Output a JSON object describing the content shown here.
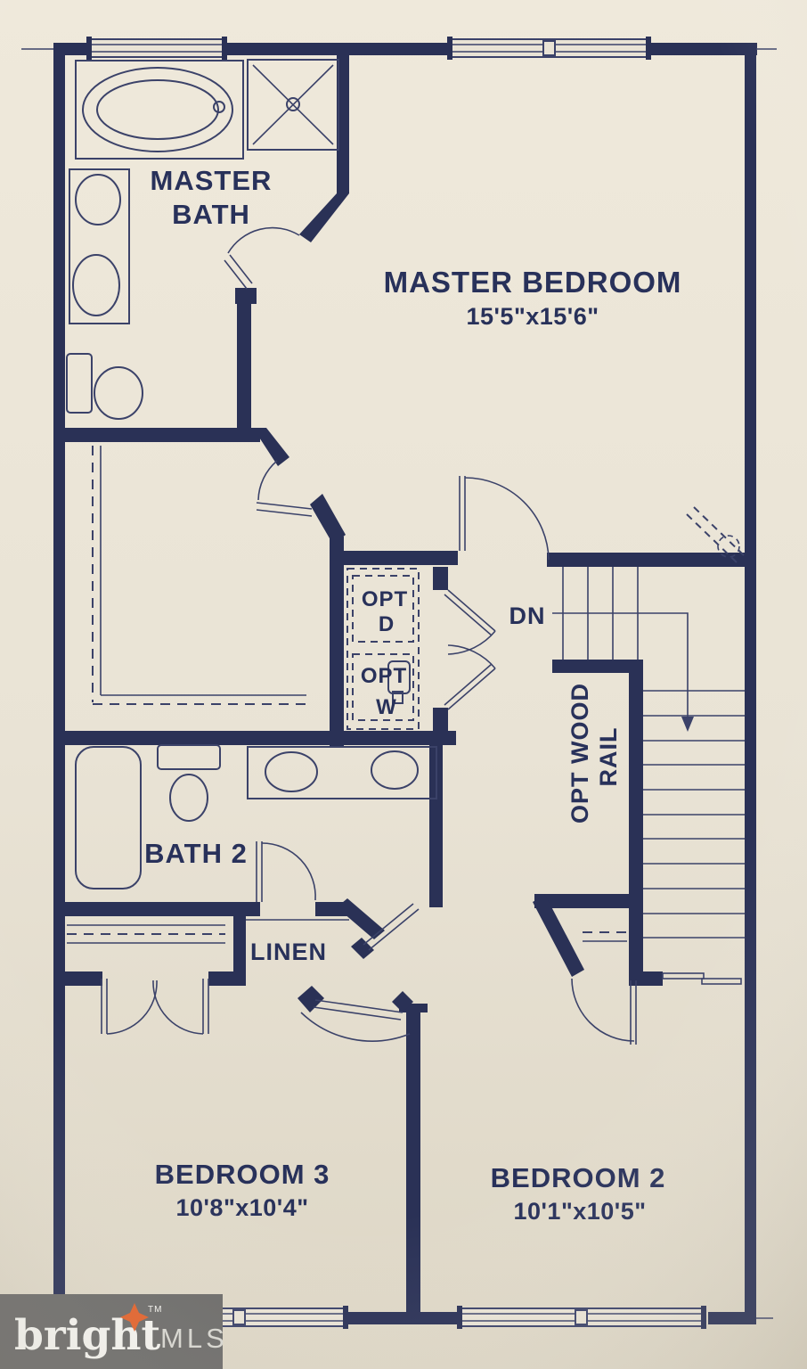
{
  "plan": {
    "rooms": {
      "master_bath": {
        "line1": "MASTER",
        "line2": "BATH"
      },
      "master_bedroom": {
        "name": "MASTER BEDROOM",
        "dims": "15'5\"x15'6\""
      },
      "bath2": {
        "name": "BATH 2"
      },
      "linen": {
        "name": "LINEN"
      },
      "bedroom3": {
        "name": "BEDROOM 3",
        "dims": "10'8\"x10'4\""
      },
      "bedroom2": {
        "name": "BEDROOM 2",
        "dims": "10'1\"x10'5\""
      }
    },
    "laundry": {
      "opt_d_line1": "OPT",
      "opt_d_line2": "D",
      "opt_w_line1": "OPT",
      "opt_w_line2": "W"
    },
    "stairs": {
      "down_label": "DN",
      "rail_line1": "OPT WOOD",
      "rail_line2": "RAIL"
    }
  },
  "logo": {
    "brand": "bright",
    "trademark": "TM",
    "suffix": "MLS"
  },
  "colors": {
    "paper": "#e9e3d5",
    "ink": "#2a3156",
    "thin_line": "#3b4269",
    "label_text": "#28315a",
    "logo_bg": "#6c6b69",
    "logo_text": "#f5f4ef",
    "logo_suffix": "#d8d7d1",
    "logo_star": "#e2622b"
  }
}
